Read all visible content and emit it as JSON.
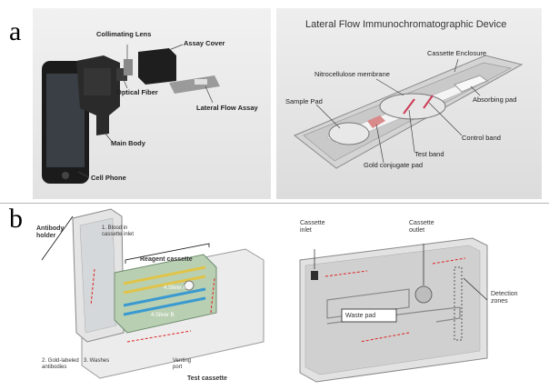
{
  "panel_a": {
    "letter": "a",
    "left_labels": {
      "collimating_lens": "Collimating Lens",
      "assay_cover": "Assay Cover",
      "optical_fiber": "Optical Fiber",
      "lateral_flow_assay": "Lateral Flow Assay",
      "main_body": "Main Body",
      "cell_phone": "Cell Phone"
    },
    "right": {
      "title": "Lateral Flow Immunochromatographic Device",
      "cassette_enclosure": "Cassette Enclosure",
      "nitrocellulose_membrane": "Nitrocellulose membrane",
      "sample_pad": "Sample Pad",
      "absorbing_pad": "Absorbing pad",
      "control_band": "Control band",
      "test_band": "Test band",
      "gold_conjugate_pad": "Gold conjugate pad"
    }
  },
  "panel_b": {
    "letter": "b",
    "left": {
      "antibody_holder": "Antibody\nholder",
      "blood_inlet": "1. Blood in\ncassette inlet",
      "reagent_cassette": "Reagent cassette",
      "silver_a": "4.Silver A",
      "silver_b": "4.Silver B",
      "gold_labeled": "2. Gold-labeled\nantibodies",
      "washes": "3. Washes",
      "venting_port": "Venting\nport",
      "test_cassette": "Test cassette"
    },
    "right": {
      "cassette_inlet": "Cassette\ninlet",
      "cassette_outlet": "Cassette\noutlet",
      "waste_pad": "Waste pad",
      "detection_zones": "Detection\nzones"
    }
  }
}
